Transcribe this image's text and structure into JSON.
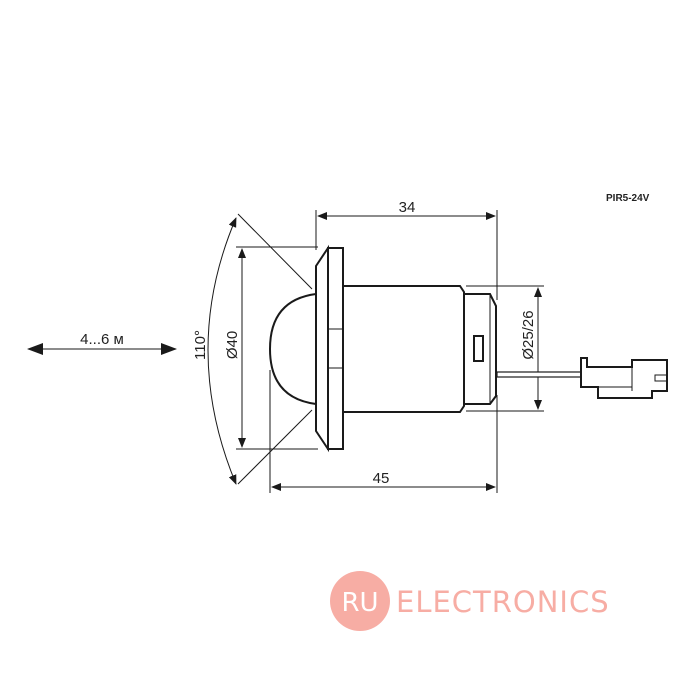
{
  "model": "PIR5-24V",
  "dimensions": {
    "length_body": "34",
    "length_total": "45",
    "diameter_flange": "Ø40",
    "diameter_body": "Ø25/26",
    "detection_angle": "110°",
    "detection_range": "4...6 м"
  },
  "watermark": {
    "badge": "RU",
    "text": "ELECTRONICS",
    "color": "#f7a9a0"
  }
}
